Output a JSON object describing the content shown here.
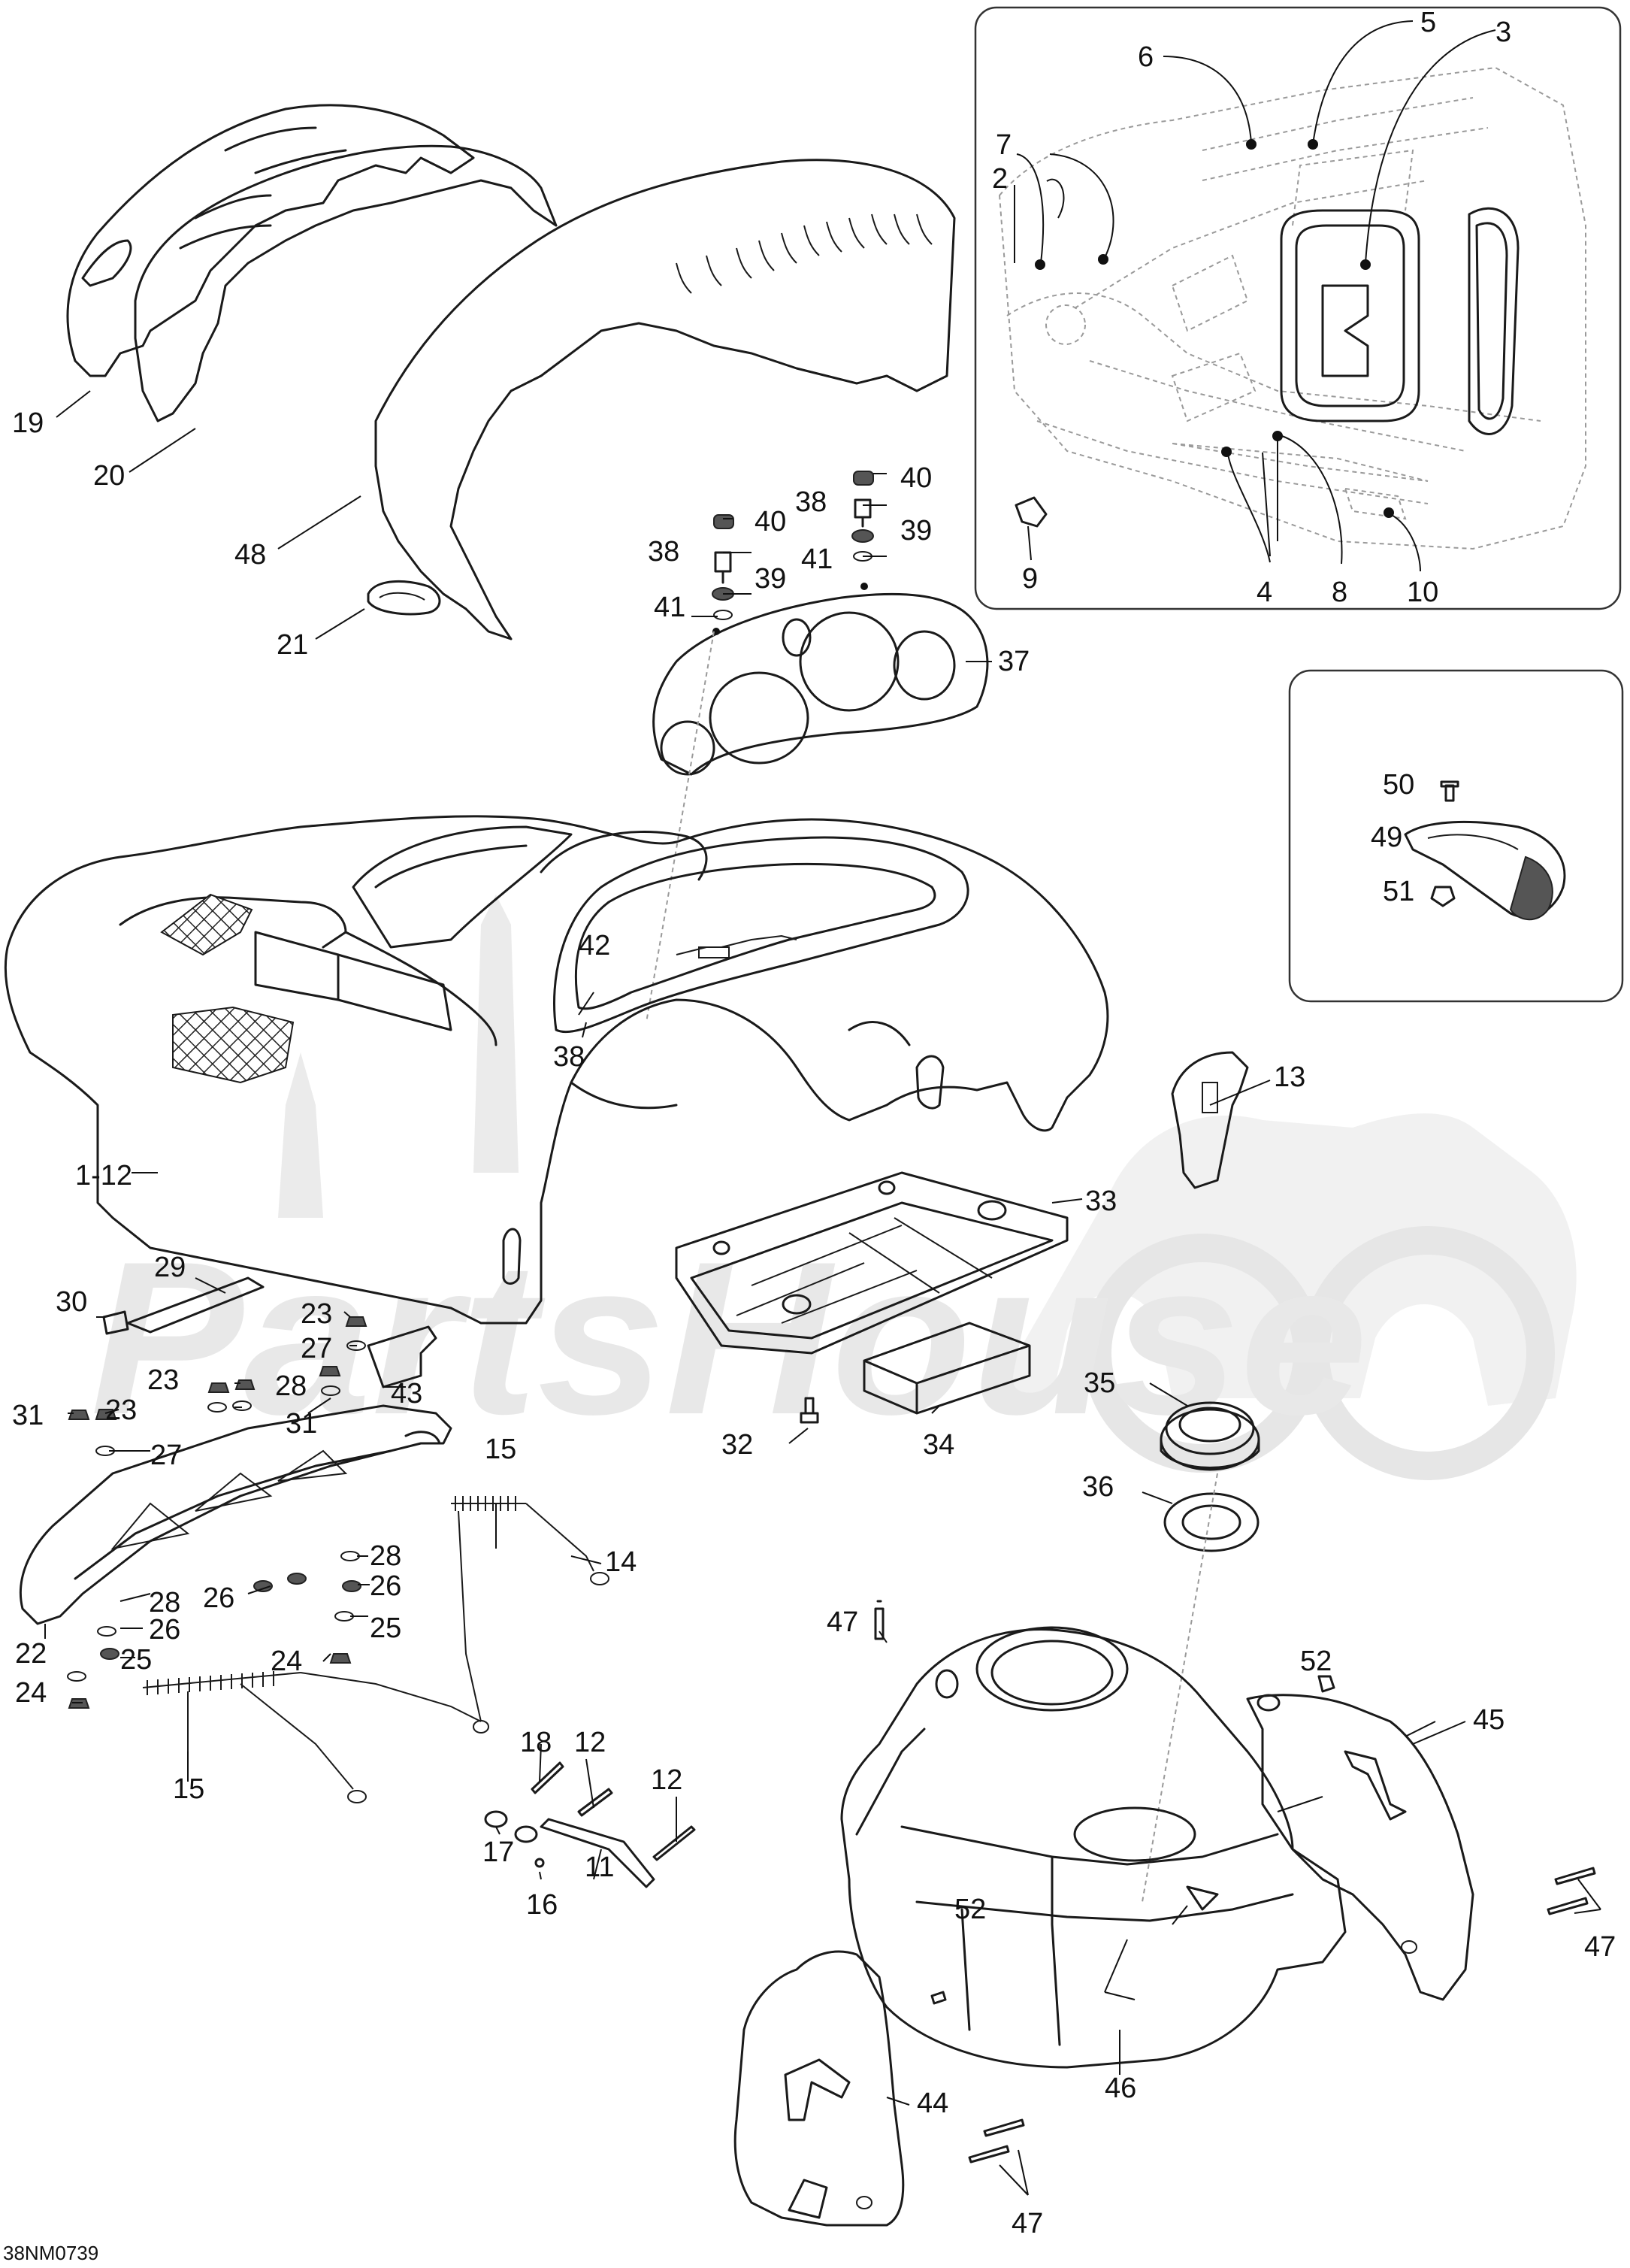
{
  "diagram_code": "38NM0739",
  "watermark": "PartsHouse",
  "callouts": [
    {
      "id": "c2",
      "text": "2"
    },
    {
      "id": "c3",
      "text": "3"
    },
    {
      "id": "c4",
      "text": "4"
    },
    {
      "id": "c5",
      "text": "5"
    },
    {
      "id": "c6",
      "text": "6"
    },
    {
      "id": "c7",
      "text": "7"
    },
    {
      "id": "c8",
      "text": "8"
    },
    {
      "id": "c9",
      "text": "9"
    },
    {
      "id": "c10",
      "text": "10"
    },
    {
      "id": "c1_12",
      "text": "1-12"
    },
    {
      "id": "c11",
      "text": "11"
    },
    {
      "id": "c12a",
      "text": "12"
    },
    {
      "id": "c12b",
      "text": "12"
    },
    {
      "id": "c13",
      "text": "13"
    },
    {
      "id": "c14",
      "text": "14"
    },
    {
      "id": "c15a",
      "text": "15"
    },
    {
      "id": "c15b",
      "text": "15"
    },
    {
      "id": "c16",
      "text": "16"
    },
    {
      "id": "c17",
      "text": "17"
    },
    {
      "id": "c18",
      "text": "18"
    },
    {
      "id": "c19",
      "text": "19"
    },
    {
      "id": "c20",
      "text": "20"
    },
    {
      "id": "c21",
      "text": "21"
    },
    {
      "id": "c22",
      "text": "22"
    },
    {
      "id": "c23a",
      "text": "23"
    },
    {
      "id": "c23b",
      "text": "23"
    },
    {
      "id": "c23c",
      "text": "23"
    },
    {
      "id": "c24a",
      "text": "24"
    },
    {
      "id": "c24b",
      "text": "24"
    },
    {
      "id": "c25a",
      "text": "25"
    },
    {
      "id": "c25b",
      "text": "25"
    },
    {
      "id": "c26a",
      "text": "26"
    },
    {
      "id": "c26b",
      "text": "26"
    },
    {
      "id": "c26c",
      "text": "26"
    },
    {
      "id": "c27a",
      "text": "27"
    },
    {
      "id": "c27b",
      "text": "27"
    },
    {
      "id": "c28a",
      "text": "28"
    },
    {
      "id": "c28b",
      "text": "28"
    },
    {
      "id": "c28c",
      "text": "28"
    },
    {
      "id": "c29",
      "text": "29"
    },
    {
      "id": "c30",
      "text": "30"
    },
    {
      "id": "c31a",
      "text": "31"
    },
    {
      "id": "c31b",
      "text": "31"
    },
    {
      "id": "c32",
      "text": "32"
    },
    {
      "id": "c33",
      "text": "33"
    },
    {
      "id": "c34",
      "text": "34"
    },
    {
      "id": "c35",
      "text": "35"
    },
    {
      "id": "c36",
      "text": "36"
    },
    {
      "id": "c37",
      "text": "37"
    },
    {
      "id": "c38a",
      "text": "38"
    },
    {
      "id": "c38b",
      "text": "38"
    },
    {
      "id": "c38c",
      "text": "38"
    },
    {
      "id": "c39a",
      "text": "39"
    },
    {
      "id": "c39b",
      "text": "39"
    },
    {
      "id": "c40a",
      "text": "40"
    },
    {
      "id": "c40b",
      "text": "40"
    },
    {
      "id": "c41a",
      "text": "41"
    },
    {
      "id": "c41b",
      "text": "41"
    },
    {
      "id": "c42",
      "text": "42"
    },
    {
      "id": "c43",
      "text": "43"
    },
    {
      "id": "c44",
      "text": "44"
    },
    {
      "id": "c45",
      "text": "45"
    },
    {
      "id": "c46",
      "text": "46"
    },
    {
      "id": "c47a",
      "text": "47"
    },
    {
      "id": "c47b",
      "text": "47"
    },
    {
      "id": "c47c",
      "text": "47"
    },
    {
      "id": "c48",
      "text": "48"
    },
    {
      "id": "c49",
      "text": "49"
    },
    {
      "id": "c50",
      "text": "50"
    },
    {
      "id": "c51",
      "text": "51"
    },
    {
      "id": "c52a",
      "text": "52"
    },
    {
      "id": "c52b",
      "text": "52"
    }
  ]
}
